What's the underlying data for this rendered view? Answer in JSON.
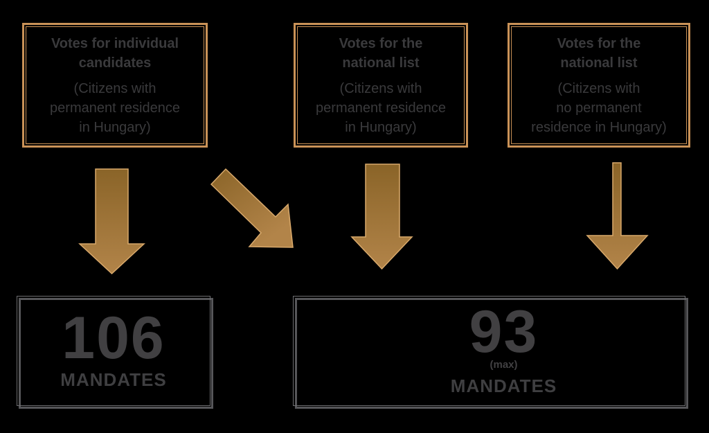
{
  "background": "#000000",
  "palette": {
    "tan_border": "#ca9257",
    "arrow_gradient_top": "#8a6428",
    "arrow_gradient_bottom": "#b28449",
    "arrow_outline": "#d9a96b",
    "gray_border_thick": "#565659",
    "gray_border_thin": "#6e6e71",
    "text_dark": "#3a3a3c",
    "number_dark": "#414042"
  },
  "source_boxes": [
    {
      "title": "Votes for individual\ncandidates",
      "subtitle": "(Citizens with\npermanent residence\nin Hungary)"
    },
    {
      "title": "Votes for the\nnational list",
      "subtitle": "(Citizens with\npermanent residence\nin Hungary)"
    },
    {
      "title": "Votes for the\nnational list",
      "subtitle": "(Citizens with\nno permanent\nresidence in Hungary)"
    }
  ],
  "result_boxes": [
    {
      "number": "106",
      "label": "MANDATES"
    },
    {
      "number": "93",
      "qualifier": "(max)",
      "label": "MANDATES"
    }
  ],
  "arrows": [
    {
      "name": "arrow-individual-votes-to-106-mandates",
      "from": "Votes for individual candidates",
      "to": "106 MANDATES",
      "direction": "down"
    },
    {
      "name": "arrow-individual-votes-to-93-mandates",
      "from": "Votes for individual candidates",
      "to": "93 (max) MANDATES",
      "direction": "down-right"
    },
    {
      "name": "arrow-national-list-residents-to-93-mandates",
      "from": "Votes for the national list (residents)",
      "to": "93 (max) MANDATES",
      "direction": "down"
    },
    {
      "name": "arrow-national-list-nonresidents-to-93-mandates",
      "from": "Votes for the national list (non-residents)",
      "to": "93 (max) MANDATES",
      "direction": "down"
    }
  ]
}
